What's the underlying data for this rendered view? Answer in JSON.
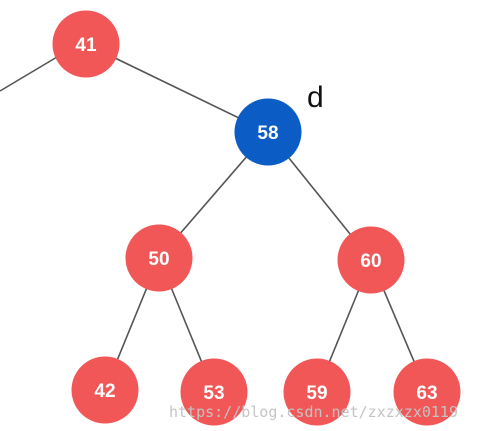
{
  "colors": {
    "node_default": "#f15757",
    "node_highlight": "#0b5cc4",
    "edge": "#555555",
    "label_text": "#ffffff",
    "annotation_text": "#111111",
    "watermark_text": "#c4c4c4"
  },
  "nodes": [
    {
      "id": "n41",
      "label": "41",
      "highlight": false
    },
    {
      "id": "n58",
      "label": "58",
      "highlight": true,
      "annotation": "d"
    },
    {
      "id": "n50",
      "label": "50",
      "highlight": false
    },
    {
      "id": "n60",
      "label": "60",
      "highlight": false
    },
    {
      "id": "n42",
      "label": "42",
      "highlight": false
    },
    {
      "id": "n53",
      "label": "53",
      "highlight": false
    },
    {
      "id": "n59",
      "label": "59",
      "highlight": false
    },
    {
      "id": "n63",
      "label": "63",
      "highlight": false
    }
  ],
  "edges": [
    {
      "from": "n41",
      "to": "n58"
    },
    {
      "from": "n58",
      "to": "n50"
    },
    {
      "from": "n58",
      "to": "n60"
    },
    {
      "from": "n50",
      "to": "n42"
    },
    {
      "from": "n50",
      "to": "n53"
    },
    {
      "from": "n60",
      "to": "n59"
    },
    {
      "from": "n60",
      "to": "n63"
    }
  ],
  "watermark": "https://blog.csdn.net/zxzxzx0119"
}
